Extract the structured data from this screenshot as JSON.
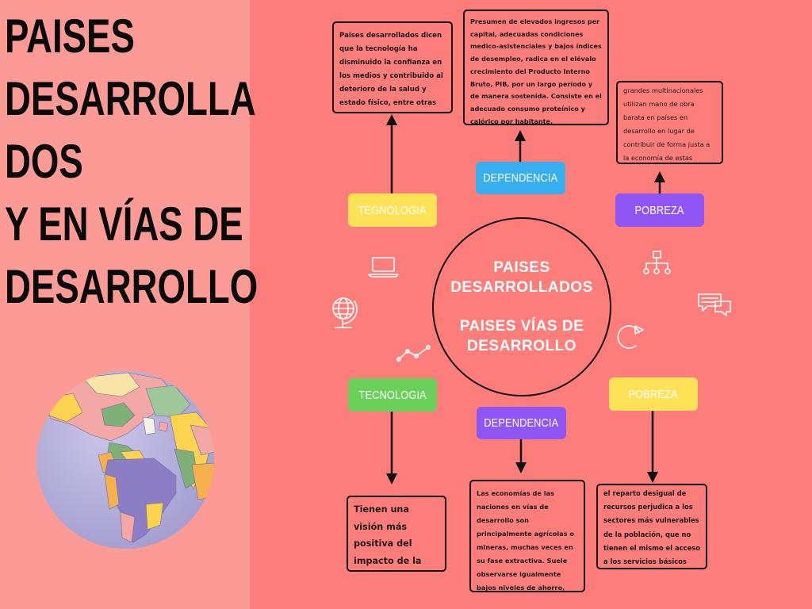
{
  "title": {
    "lines": [
      "PAISES",
      "DESARROLLA",
      "DOS",
      "Y EN VÍAS DE",
      "DESARROLLO"
    ]
  },
  "center": {
    "line1": "PAISES",
    "line2": "DESARROLLADOS",
    "line3": "PAISES VÍAS DE",
    "line4": "DESARROLLO"
  },
  "developed": {
    "tecnologia": {
      "label": "TEGNOLOGIA",
      "text": "Paises desarrollados dicen que la tecnología ha disminuido la confianza en los medios y contribuido al deterioro de la salud y estado físico, entre otras desventajas."
    },
    "dependencia": {
      "label": "DEPENDENCIA",
      "text": "Presumen de elevados ingresos per capital, adecuadas condiciones medico-asistenciales y bajos índices de desempleo, radica en el elévalo crecimiento del Producto Interno Bruto, PIB, por un largo período y de manera sostenida. Consiste en el adecuado consumo proteínico y calórico por habitante."
    },
    "pobreza": {
      "label": "POBREZA",
      "text": "grandes multinacionales utilizan mano de obra barata en países en desarrollo en lugar de contribuir de forma justa a la economía de estas regiones"
    }
  },
  "developing": {
    "tecnologia": {
      "label": "TECNOLOGIA",
      "text": "Tienen una visión más positiva del impacto de la tecnología."
    },
    "dependencia": {
      "label": "DEPENDENCIA",
      "text": "Las economías de las naciones en vías de desarrollo son principalmente agrícolas o mineras, muchas veces en su fase extractiva. Suele observarse igualmente bajos niveles de ahorro, consecuencia de la falta de capital."
    },
    "pobreza": {
      "label": "POBREZA",
      "text": "el reparto desigual de recursos perjudica a los sectores más vulnerables de la población, que no tienen el mismo el acceso a los servicios básicos"
    }
  },
  "colors": {
    "background": "#fd7d7b",
    "left_panel": "#fc9a96",
    "yellow_pill": "#fde157",
    "blue_pill": "#36aef0",
    "purple_pill": "#8f56f5",
    "green_pill": "#6ad05a",
    "ocean": "#b6b1dc",
    "outline": "#111111"
  },
  "icons": [
    "laptop-icon",
    "globe-stand-icon",
    "line-graph-icon",
    "org-chart-icon",
    "chat-bubbles-icon",
    "refresh-arrow-icon",
    "world-map-globe"
  ]
}
